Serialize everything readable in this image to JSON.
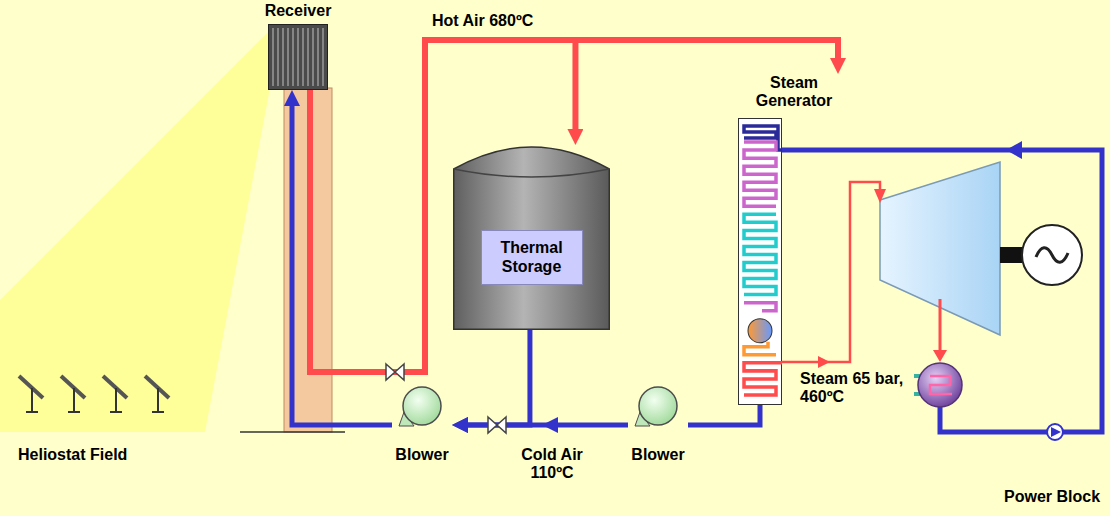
{
  "diagram": {
    "nodes": [
      {
        "text": [
          "Receiver"
        ]
      },
      {
        "text": [
          "Thermal Storage"
        ]
      },
      {
        "text": [
          "Steam Generator"
        ]
      },
      {
        "text": [
          "Blower"
        ]
      },
      {
        "text": [
          "Blower"
        ]
      }
    ],
    "edges": [
      {
        "from": 0,
        "to": 1,
        "arrow": "to"
      },
      {
        "from": 0,
        "to": 2,
        "arrow": "to"
      },
      {
        "from": 2,
        "to": 4,
        "arrow": "none"
      },
      {
        "from": 4,
        "to": 3,
        "arrow": "to"
      },
      {
        "from": 1,
        "to": 3,
        "arrow": "to"
      },
      {
        "from": 3,
        "to": 0,
        "arrow": "to"
      }
    ],
    "labels": [
      "Hot Air 680ºC",
      "Cold Air 110ºC",
      "Steam 65 bar, 460ºC",
      "Heliostat Field",
      "Power Block"
    ]
  }
}
